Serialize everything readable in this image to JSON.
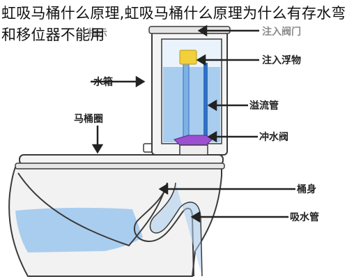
{
  "title": "虹吸马桶什么原理,虹吸马桶什么原理为什么有存水弯和移位器不能用",
  "labels": {
    "water_tank": "水箱",
    "toilet_seat_ring": "马桶圈",
    "top_left_partial": "指示",
    "fill_valve_gate": "注入阀门",
    "fill_float": "注入浮物",
    "overflow_pipe": "溢流管",
    "flush_valve": "冲水阀",
    "toilet_body": "桶身",
    "siphon_pipe": "吸水管"
  },
  "colors": {
    "water": "#a9cdee",
    "water_dark": "#7fb2e3",
    "tank_inner": "#eaf3fb",
    "porcelain": "#f2f2f2",
    "outline": "#3a3a3a",
    "float_yellow": "#f2d03a",
    "valve_purple": "#9c4fd1",
    "pipe_blue": "#2f6fc4",
    "arrow": "#222222"
  }
}
